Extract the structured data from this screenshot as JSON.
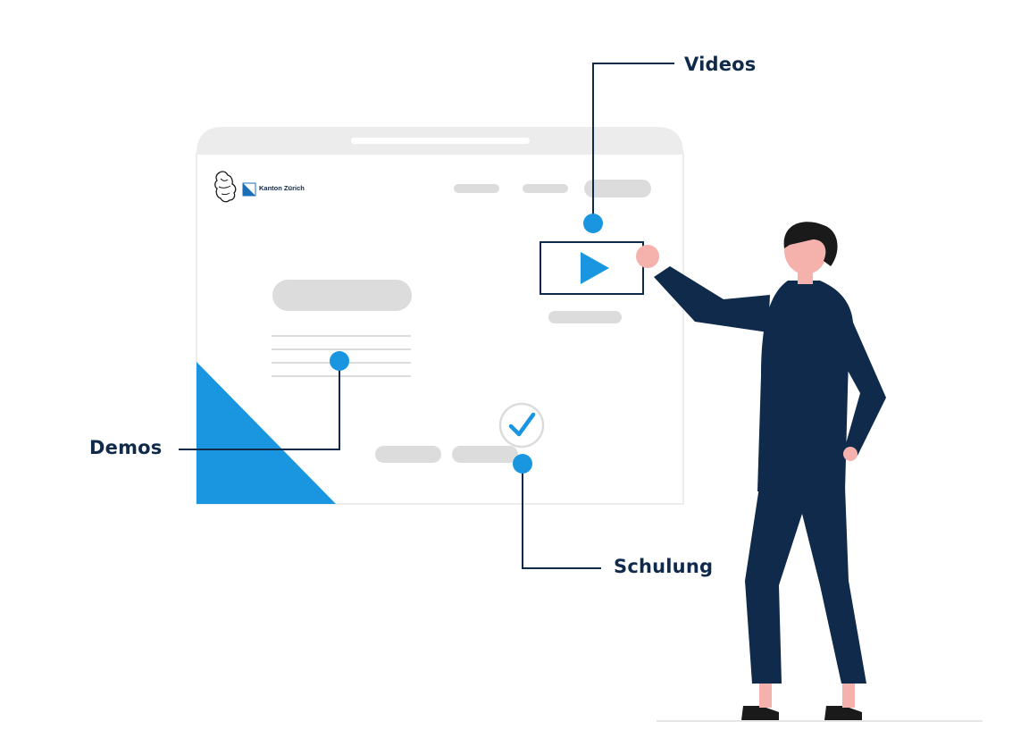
{
  "labels": {
    "videos": "Videos",
    "demos": "Demos",
    "schulung": "Schulung"
  },
  "brand": {
    "name": "Kanton Zürich"
  },
  "icons": {
    "logo": "lion-crest-icon",
    "flag": "zurich-flag-icon",
    "play": "play-icon",
    "check": "checkmark-icon"
  },
  "colors": {
    "accent": "#1a96e0",
    "navy": "#0f2a4a",
    "grey_bar": "#dcdcdc",
    "frame": "#ececec",
    "skin": "#f5b2ad"
  }
}
